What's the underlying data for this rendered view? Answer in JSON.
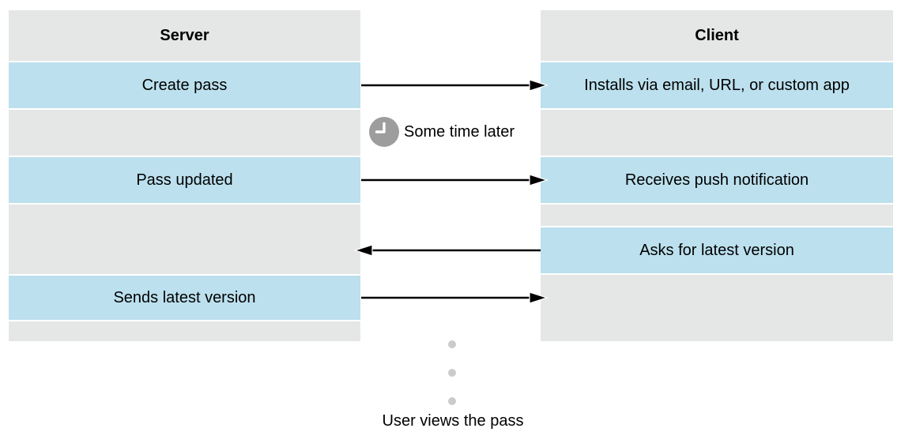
{
  "diagram": {
    "server": {
      "title": "Server",
      "steps": [
        "Create pass",
        "Pass updated",
        "Sends latest version"
      ]
    },
    "client": {
      "title": "Client",
      "steps": [
        "Installs via email, URL, or custom app",
        "Receives push notification",
        "Asks for latest version"
      ]
    },
    "arrows": [
      {
        "direction": "server-to-client",
        "from_step": "Create pass",
        "to_step": "Installs via email, URL, or custom app"
      },
      {
        "direction": "server-to-client",
        "from_step": "Pass updated",
        "to_step": "Receives push notification"
      },
      {
        "direction": "client-to-server",
        "from_step": "Asks for latest version",
        "to_step": ""
      },
      {
        "direction": "server-to-client",
        "from_step": "Sends latest version",
        "to_step": ""
      }
    ],
    "time_note": "Some time later",
    "caption": "User views the pass"
  },
  "icons": {
    "time_note": "clock-icon",
    "continuation": "vertical-ellipsis-dots"
  },
  "colors": {
    "row_gray": "#e5e7e6",
    "row_blue": "#bce0ee",
    "clock_gray": "#9d9d9d",
    "dot_gray": "#c9cccb",
    "arrow": "#000000",
    "text": "#000000"
  }
}
